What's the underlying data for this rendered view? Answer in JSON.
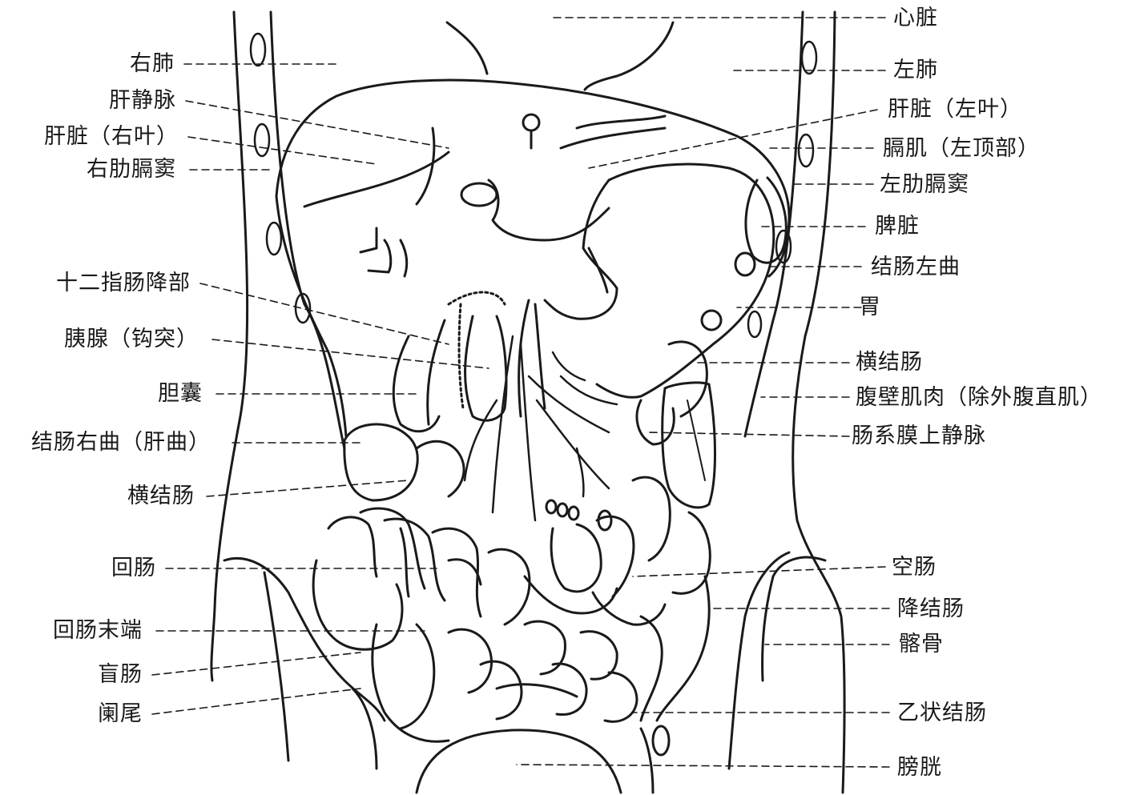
{
  "labels": {
    "left": [
      "右肺",
      "肝静脉",
      "肝脏（右叶）",
      "右肋膈窦",
      "十二指肠降部",
      "胰腺（钩突）",
      "胆囊",
      "结肠右曲（肝曲）",
      "横结肠",
      "回肠",
      "回肠末端",
      "盲肠",
      "阑尾"
    ],
    "right": [
      "心脏",
      "左肺",
      "肝脏（左叶）",
      "膈肌（左顶部）",
      "左肋膈窦",
      "脾脏",
      "结肠左曲",
      "胃",
      "横结肠",
      "腹壁肌肉（除外腹直肌）",
      "肠系膜上静脉",
      "空肠",
      "降结肠",
      "髂骨",
      "乙状结肠",
      "膀胱"
    ]
  },
  "colors": {
    "line": "#1a1a1a",
    "background": "#ffffff"
  }
}
